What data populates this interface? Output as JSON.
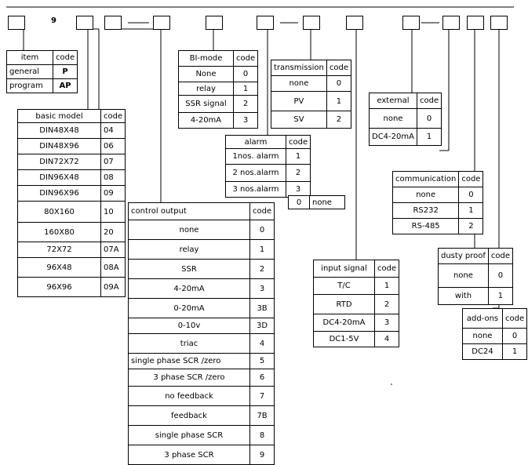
{
  "code_header": "code",
  "nine_label": "9",
  "item_table": {
    "title": "item",
    "rows": [
      {
        "label": "general",
        "code": "P"
      },
      {
        "label": "program",
        "code": "AP"
      }
    ]
  },
  "basic_model": {
    "title": "basic model",
    "rows": [
      {
        "label": "DIN48X48",
        "code": "04"
      },
      {
        "label": "DIN48X96",
        "code": "06"
      },
      {
        "label": "DIN72X72",
        "code": "07"
      },
      {
        "label": "DIN96X48",
        "code": "08"
      },
      {
        "label": "DIN96X96",
        "code": "09"
      },
      {
        "label": "80X160",
        "code": "10"
      },
      {
        "label": "160X80",
        "code": "20"
      },
      {
        "label": "72X72",
        "code": "07A"
      },
      {
        "label": "96X48",
        "code": "08A"
      },
      {
        "label": "96X96",
        "code": "09A"
      }
    ]
  },
  "control_output": {
    "title": "control output",
    "rows": [
      {
        "label": "none",
        "code": "0"
      },
      {
        "label": "relay",
        "code": "1"
      },
      {
        "label": "SSR",
        "code": "2"
      },
      {
        "label": "4-20mA",
        "code": "3"
      },
      {
        "label": "0-20mA",
        "code": "3B"
      },
      {
        "label": "0-10v",
        "code": "3D"
      },
      {
        "label": "triac",
        "code": "4"
      },
      {
        "label": "single phase SCR /zero",
        "code": "5"
      },
      {
        "label": "3 phase SCR /zero",
        "code": "6"
      },
      {
        "label": "no feedback",
        "code": "7"
      },
      {
        "label": "feedback",
        "code": "7B"
      },
      {
        "label": "single phase SCR",
        "code": "8"
      },
      {
        "label": "3 phase SCR",
        "code": "9"
      }
    ]
  },
  "bi_mode": {
    "title": "BI-mode",
    "rows": [
      {
        "label": "None",
        "code": "0"
      },
      {
        "label": "relay",
        "code": "1"
      },
      {
        "label": "SSR signal",
        "code": "2"
      },
      {
        "label": "4-20mA",
        "code": "3"
      }
    ]
  },
  "alarm": {
    "title": "alarm",
    "rows": [
      {
        "label": "1nos. alarm",
        "code": "1"
      },
      {
        "label": "2 nos.alarm",
        "code": "2"
      },
      {
        "label": "3 nos.alarm",
        "code": "3"
      }
    ],
    "none_code": "0",
    "none_label": "none"
  },
  "transmission": {
    "title": "transmission",
    "rows": [
      {
        "label": "none",
        "code": "0"
      },
      {
        "label": "PV",
        "code": "1"
      },
      {
        "label": "SV",
        "code": "2"
      }
    ]
  },
  "input_signal": {
    "title": "input signal",
    "rows": [
      {
        "label": "T/C",
        "code": "1"
      },
      {
        "label": "RTD",
        "code": "2"
      },
      {
        "label": "DC4-20mA",
        "code": "3"
      },
      {
        "label": "DC1-5V",
        "code": "4"
      }
    ]
  },
  "external": {
    "title": "external",
    "rows": [
      {
        "label": "none",
        "code": "0"
      },
      {
        "label": "DC4-20mA",
        "code": "1"
      }
    ]
  },
  "communication": {
    "title": "communication",
    "rows": [
      {
        "label": "none",
        "code": "0"
      },
      {
        "label": "RS232",
        "code": "1"
      },
      {
        "label": "RS-485",
        "code": "2"
      }
    ]
  },
  "dusty_proof": {
    "title": "dusty proof",
    "rows": [
      {
        "label": "none",
        "code": "0"
      },
      {
        "label": "with",
        "code": "1"
      }
    ]
  },
  "add_ons": {
    "title": "add-ons",
    "rows": [
      {
        "label": "none",
        "code": "0"
      },
      {
        "label": "DC24",
        "code": "1"
      }
    ]
  }
}
